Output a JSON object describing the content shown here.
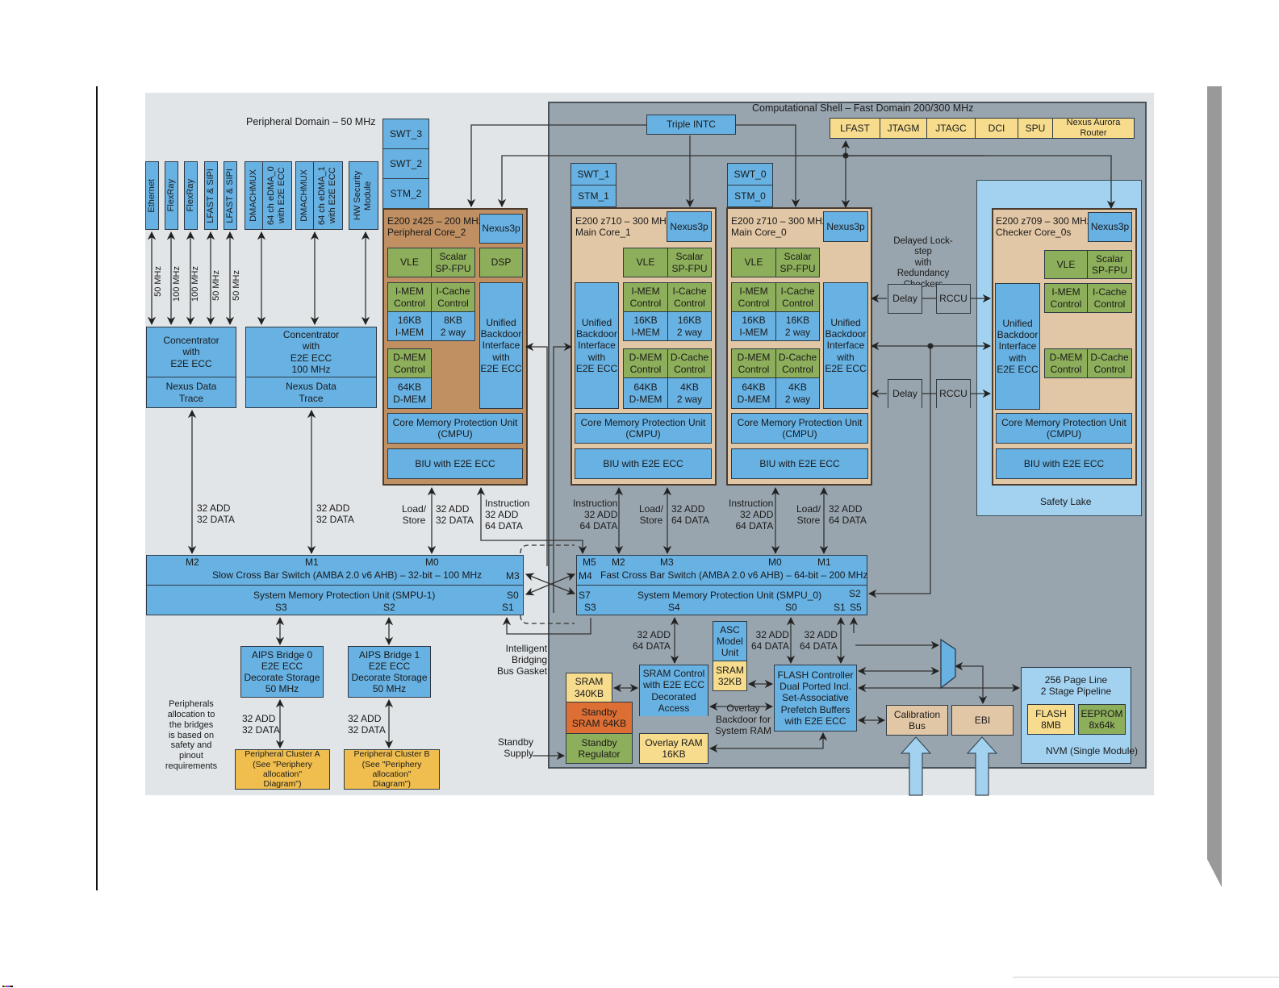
{
  "peripheral_domain": {
    "title": "Peripheral Domain – 50 MHz",
    "vertical_modules": [
      "Ethernet",
      "FlexRay",
      "FlexRay",
      "LFAST & SIPI",
      "LFAST & SIPI",
      "DMACHMUX",
      "64 ch eDMA_0 with E2E ECC",
      "DMACHMUX",
      "64 ch eDMA_1 with E2E ECC",
      "HW Security Module"
    ],
    "link_freqs": [
      "50 MHz",
      "100 MHz",
      "100 MHz",
      "50 MHz",
      "50 MHz"
    ],
    "concentrator_a": {
      "label": "Concentrator\nwith\nE2E ECC",
      "trace": "Nexus Data\nTrace"
    },
    "concentrator_b": {
      "label": "Concentrator\nwith\nE2E ECC\n100 MHz",
      "trace": "Nexus Data\nTrace"
    },
    "bus_a": "32 ADD\n32 DATA",
    "bus_b": "32 ADD\n32 DATA",
    "swt_stack": [
      "SWT_3",
      "SWT_2",
      "STM_2"
    ]
  },
  "core2": {
    "title": "E200 z425 – 200 MHz\nPeripheral Core_2",
    "nexus": "Nexus3p",
    "vle": "VLE",
    "fpu": "Scalar\nSP-FPU",
    "dsp": "DSP",
    "imem_ctrl": "I-MEM\nControl",
    "icache_ctrl": "I-Cache\nControl",
    "imem": "16KB\nI-MEM",
    "icache": "8KB\n2 way",
    "dmem_ctrl": "D-MEM\nControl",
    "dmem": "64KB\nD-MEM",
    "backdoor": "Unified\nBackdoor\nInterface\nwith\nE2E ECC",
    "cmpu": "Core Memory Protection Unit\n(CMPU)",
    "biu": "BIU with E2E ECC",
    "ls_label": "Load/\nStore",
    "ls_bus": "32 ADD\n32 DATA",
    "instr_label": "Instruction\n32 ADD\n64 DATA"
  },
  "shell": {
    "title": "Computational Shell – Fast Domain 200/300 MHz",
    "intc": "Triple INTC",
    "debug_strip": [
      "LFAST",
      "JTAGM",
      "JTAGC",
      "DCI",
      "SPU",
      "Nexus Aurora Router"
    ]
  },
  "core1": {
    "swt": "SWT_1",
    "stm": "STM_1",
    "title": "E200 z710 – 300 MHz\nMain Core_1",
    "nexus": "Nexus3p",
    "vle": "VLE",
    "fpu": "Scalar\nSP-FPU",
    "backdoor": "Unified\nBackdoor\nInterface\nwith\nE2E ECC",
    "imem_ctrl": "I-MEM\nControl",
    "icache_ctrl": "I-Cache\nControl",
    "imem": "16KB\nI-MEM",
    "icache": "16KB\n2 way",
    "dmem_ctrl": "D-MEM\nControl",
    "dcache_ctrl": "D-Cache\nControl",
    "dmem": "64KB\nD-MEM",
    "dcache": "4KB\n2 way",
    "cmpu": "Core Memory Protection Unit\n(CMPU)",
    "biu": "BIU with E2E ECC",
    "instr_label": "Instruction\n32 ADD\n64 DATA",
    "ls_label": "Load/\nStore",
    "ls_bus": "32 ADD\n64 DATA"
  },
  "core0": {
    "swt": "SWT_0",
    "stm": "STM_0",
    "title": "E200 z710 – 300 MHz\nMain Core_0",
    "nexus": "Nexus3p",
    "vle": "VLE",
    "fpu": "Scalar\nSP-FPU",
    "backdoor": "Unified\nBackdoor\nInterface\nwith\nE2E ECC",
    "imem_ctrl": "I-MEM\nControl",
    "icache_ctrl": "I-Cache\nControl",
    "imem": "16KB\nI-MEM",
    "icache": "16KB\n2 way",
    "dmem_ctrl": "D-MEM\nControl",
    "dcache_ctrl": "D-Cache\nControl",
    "dmem": "64KB\nD-MEM",
    "dcache": "4KB\n2 way",
    "cmpu": "Core Memory Protection Unit\n(CMPU)",
    "biu": "BIU with E2E ECC",
    "instr_label": "Instruction\n32 ADD\n64 DATA",
    "ls_label": "Load/\nStore",
    "ls_bus": "32 ADD\n64 DATA"
  },
  "lockstep": {
    "title": "Delayed Lock-step\nwith Redundancy\nCheckers",
    "delay": "Delay",
    "rccu": "RCCU"
  },
  "checker": {
    "title": "E200 z709 – 300 MHz\nChecker Core_0s",
    "nexus": "Nexus3p",
    "vle": "VLE",
    "fpu": "Scalar\nSP-FPU",
    "backdoor": "Unified\nBackdoor\nInterface\nwith\nE2E ECC",
    "imem_ctrl": "I-MEM\nControl",
    "icache_ctrl": "I-Cache\nControl",
    "dmem_ctrl": "D-MEM\nControl",
    "dcache_ctrl": "D-Cache\nControl",
    "cmpu": "Core Memory Protection Unit\n(CMPU)",
    "biu": "BIU with E2E ECC",
    "safety_lake": "Safety Lake"
  },
  "slow_xbar": {
    "title": "Slow Cross Bar Switch (AMBA 2.0 v6 AHB) – 32-bit – 100 MHz",
    "smpu": "System Memory Protection Unit (SMPU-1)",
    "ports": {
      "m2": "M2",
      "m1": "M1",
      "m0": "M0",
      "m3": "M3",
      "s0": "S0",
      "s1": "S1",
      "s2": "S2",
      "s3": "S3"
    }
  },
  "fast_xbar": {
    "title": "Fast Cross Bar Switch (AMBA 2.0 v6 AHB) – 64-bit – 200 MHz",
    "smpu": "System Memory Protection Unit (SMPU_0)",
    "ports": {
      "m5": "M5",
      "m2": "M2",
      "m3": "M3",
      "m0": "M0",
      "m1": "M1",
      "m4": "M4",
      "s7": "S7",
      "s2": "S2",
      "s3": "S3",
      "s4": "S4",
      "s0": "S0",
      "s1": "S1",
      "s5": "S5"
    }
  },
  "gasket": "Intelligent\nBridging\nBus Gasket",
  "bridges": {
    "aips0": "AIPS Bridge 0\nE2E ECC\nDecorate Storage\n50 MHz",
    "aips1": "AIPS Bridge 1\nE2E ECC\nDecorate Storage\n50 MHz",
    "bus0": "32 ADD\n32 DATA",
    "bus1": "32 ADD\n32 DATA",
    "cluster_a": "Peripheral Cluster A\n(See \"Periphery allocation\"\nDiagram\")",
    "cluster_b": "Peripheral Cluster B\n(See \"Periphery allocation\"\nDiagram\")",
    "note": "Peripherals\nallocation to\nthe bridges\nis based on\nsafety and\npinout\nrequirements"
  },
  "memory": {
    "s4_bus": "32 ADD\n64 DATA",
    "s0_bus": "32 ADD\n64 DATA",
    "s1_bus": "32 ADD\n64 DATA",
    "asc": "ASC\nModel\nUnit",
    "sram32": "SRAM\n32KB",
    "sram_ctrl": "SRAM Control\nwith E2E ECC\nDecorated\nAccess",
    "sram340": "SRAM\n340KB",
    "standby_sram": "Standby\nSRAM 64KB",
    "standby_reg": "Standby\nRegulator",
    "standby_supply": "Standby\nSupply",
    "overlay_ram": "Overlay RAM\n16KB",
    "overlay_note": "Overlay\nBackdoor for\nSystem RAM",
    "flash_ctrl": "FLASH Controller\nDual Ported Incl.\nSet-Associative\nPrefetch Buffers\nwith E2E ECC",
    "calibration": "Calibration\nBus",
    "ebi": "EBI",
    "nvm_title": "256 Page Line\n2 Stage Pipeline",
    "flash": "FLASH\n8MB",
    "eeprom": "EEPROM\n8x64k",
    "nvm": "NVM (Single Module)"
  },
  "colors": {
    "module_blue": "#67b1e3",
    "func_green": "#8dae5a",
    "mem_yellow": "#f7dc8e",
    "cluster_orange": "#f0be4e",
    "core_tan": "#e2c7a6",
    "core2_brown": "#c08f62",
    "standby_red": "#dd6f35",
    "shell_grey": "#99a5ae",
    "safety_blue": "#a3d2f0"
  }
}
